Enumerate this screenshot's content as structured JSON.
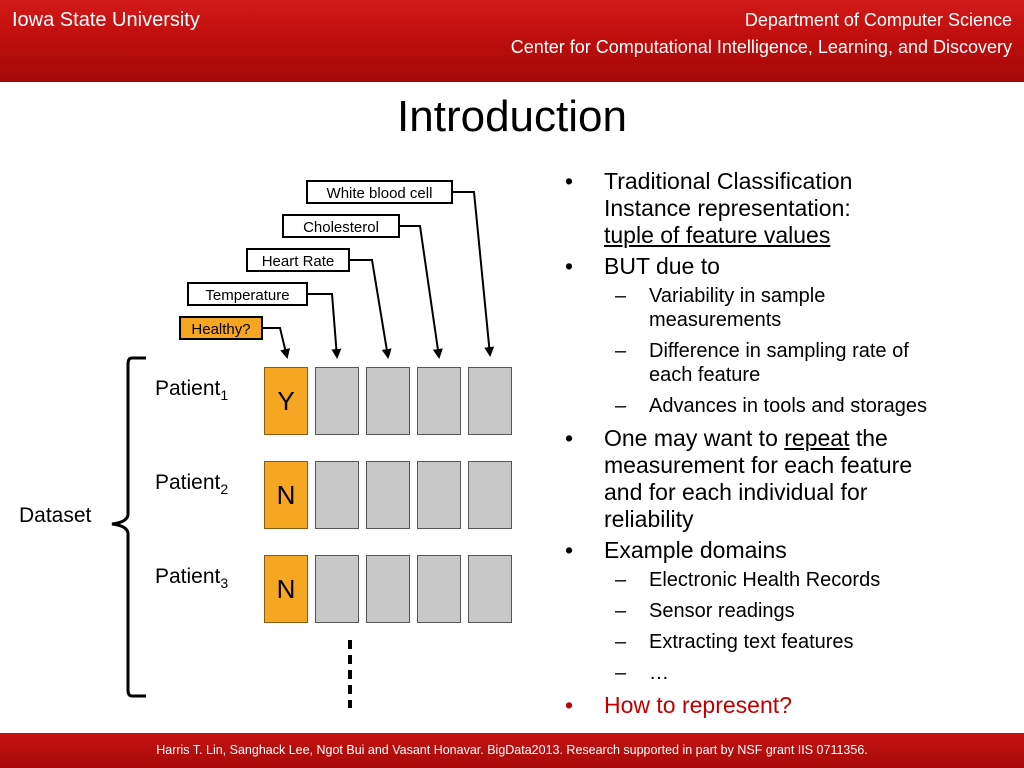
{
  "header": {
    "university": "Iowa State University",
    "dept_line1": "Department of Computer Science",
    "dept_line2": "Center for Computational Intelligence, Learning, and Discovery"
  },
  "slide": {
    "title": "Introduction"
  },
  "diagram": {
    "feature_labels": {
      "white_blood_cell": "White blood cell",
      "cholesterol": "Cholesterol",
      "heart_rate": "Heart Rate",
      "temperature": "Temperature",
      "healthy": "Healthy?"
    },
    "patients": [
      {
        "name": "Patient",
        "sub": "1",
        "label": "Y"
      },
      {
        "name": "Patient",
        "sub": "2",
        "label": "N"
      },
      {
        "name": "Patient",
        "sub": "3",
        "label": "N"
      }
    ],
    "dataset_label": "Dataset",
    "colors": {
      "label_cell": "#f5a623",
      "feature_cell": "#c8c8c8"
    }
  },
  "bullets": {
    "b1_line1": "Traditional Classification",
    "b1_line2": "Instance representation:",
    "b1_line3": "tuple of feature values",
    "b2": "BUT due to",
    "b2_s1_line1": "Variability in sample",
    "b2_s1_line2": "measurements",
    "b2_s2_line1": "Difference in sampling rate of",
    "b2_s2_line2": "each feature",
    "b2_s3": "Advances in tools and storages",
    "b3_pre": "One may want to",
    "b3_underline": "repeat",
    "b3_post": "the",
    "b3_line2": "measurement for each feature",
    "b3_line3": "and for each individual for",
    "b3_line4": "reliability",
    "b4": "Example domains",
    "b4_s1": "Electronic Health Records",
    "b4_s2": "Sensor readings",
    "b4_s3": "Extracting text features",
    "b4_s4": "…",
    "b5": "How to represent?"
  },
  "footer": {
    "citation": "Harris T. Lin, Sanghack Lee, Ngot Bui and Vasant Honavar. BigData2013. Research supported in part by NSF grant  IIS  0711356."
  }
}
